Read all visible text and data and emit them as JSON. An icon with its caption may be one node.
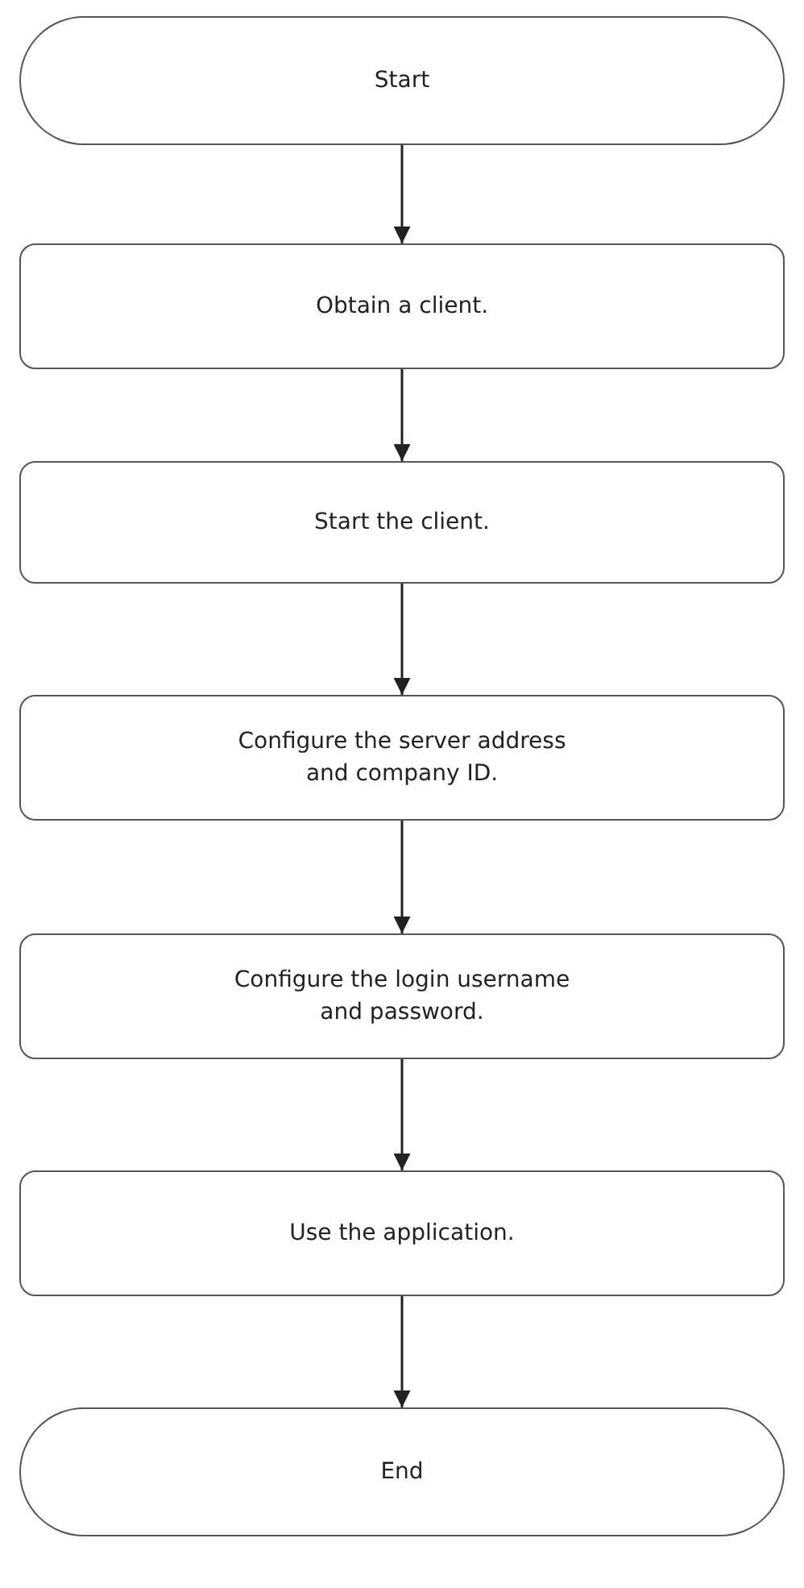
{
  "diagram": {
    "nodes": [
      {
        "text": [
          "Start"
        ]
      },
      {
        "text": [
          "Obtain a client."
        ]
      },
      {
        "text": [
          "Start the client."
        ]
      },
      {
        "text": [
          "Configure the server address and company ID."
        ]
      },
      {
        "text": [
          "Configure the login username and password."
        ]
      },
      {
        "text": [
          "Use the application."
        ]
      },
      {
        "text": [
          "End"
        ]
      }
    ],
    "edges": [
      {
        "from": 0,
        "to": 1,
        "arrow": "to"
      },
      {
        "from": 1,
        "to": 2,
        "arrow": "to"
      },
      {
        "from": 2,
        "to": 3,
        "arrow": "to"
      },
      {
        "from": 3,
        "to": 4,
        "arrow": "to"
      },
      {
        "from": 4,
        "to": 5,
        "arrow": "to"
      },
      {
        "from": 5,
        "to": 6,
        "arrow": "to"
      }
    ]
  }
}
